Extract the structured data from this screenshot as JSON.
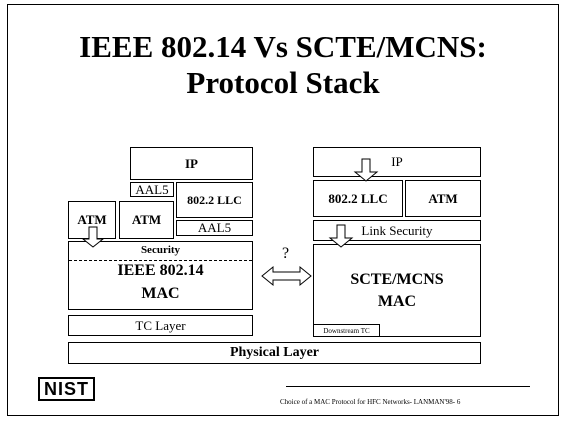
{
  "title_line1": "IEEE 802.14 Vs SCTE/MCNS:",
  "title_line2": "Protocol Stack",
  "left_stack": {
    "ip": "IP",
    "aal5_top": "AAL5",
    "llc": "802.2 LLC",
    "atm_1": "ATM",
    "atm_2": "ATM",
    "aal5_bottom": "AAL5",
    "security": "Security",
    "mac_line1": "IEEE 802.14",
    "mac_line2": "MAC",
    "tc_layer": "TC Layer"
  },
  "right_stack": {
    "ip": "IP",
    "llc": "802.2 LLC",
    "atm": "ATM",
    "link_security": "Link Security",
    "mac_line1": "SCTE/MCNS",
    "mac_line2": "MAC",
    "downstream_tc": "Downstream TC"
  },
  "question_mark": "?",
  "physical_layer": "Physical Layer",
  "logo_text": "NIST",
  "footer": "Choice of a MAC Protocol for HFC Networks-  LANMAN'98- 6"
}
